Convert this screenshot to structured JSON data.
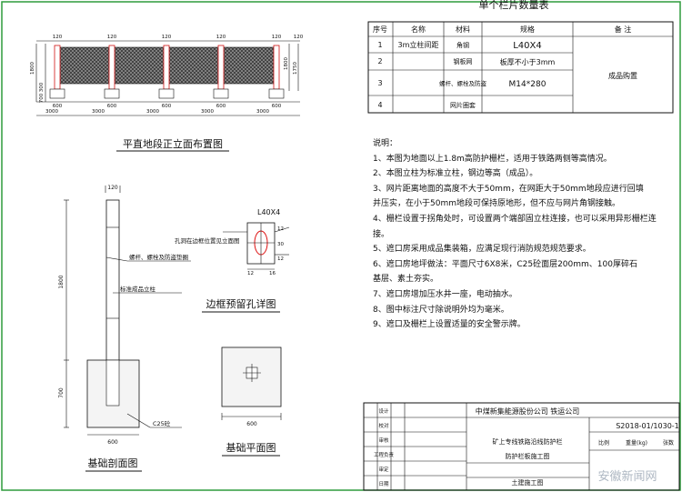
{
  "table": {
    "title": "单个栏片数量表",
    "headers": [
      "序号",
      "名称",
      "材料",
      "规格",
      "备 注"
    ],
    "rows": [
      {
        "no": "1",
        "name": "3m立柱间距",
        "material": "角钢",
        "spec": "L40X4"
      },
      {
        "no": "2",
        "name": "",
        "material": "钢板网",
        "spec": "板厚不小于3mm"
      },
      {
        "no": "3",
        "name": "",
        "material": "螺杆、螺栓及防盗",
        "spec": "M14*280"
      },
      {
        "no": "4",
        "name": "",
        "material": "网片圈套",
        "spec": ""
      }
    ],
    "remark": "成品购置"
  },
  "elevation": {
    "title": "平直地段正立面布置图",
    "top_dims": [
      "120",
      "120",
      "120",
      "120",
      "120",
      "120"
    ],
    "left_dims": [
      "1800",
      "300",
      "700"
    ],
    "right_dims": [
      "1800",
      "1750"
    ],
    "bottom_dims": [
      "600",
      "600",
      "600",
      "600",
      "600"
    ],
    "spans": [
      "3000",
      "3000",
      "3000",
      "3000",
      "3000"
    ]
  },
  "section": {
    "title": "基础剖面图",
    "top_dim": "120",
    "height_dims": [
      "1800",
      "700"
    ],
    "base_dim": "600",
    "label_bolt": "螺杆、螺栓及防盗垫圈",
    "label_post": "标准成品立柱",
    "label_concrete": "C25砼"
  },
  "detail": {
    "title": "边框预留孔详图",
    "angle": "L40X4",
    "note": "孔洞在边框位置见立面图",
    "dims": [
      "12",
      "30",
      "12",
      "12",
      "16"
    ]
  },
  "plan": {
    "title": "基础平面图",
    "dim": "600"
  },
  "notes": {
    "heading": "说明：",
    "items": [
      "1、本图为地面以上1.8m高防护栅栏，适用于铁路两侧等高情况。",
      "2、本图立柱为标准立柱，钢边等高（成品）。",
      "3、网片距离地面的高度不大于50mm，在网距大于50mm地段应进行回填",
      "并压实，在小于50mm地段可保持原地形，但不应与网片角钢接触。",
      "4、栅栏设置于拐角处时，可设置两个端部固立柱连接，也可以采用异形栅栏连",
      "接。",
      "5、遮口房采用成品集装箱，应满足现行消防规范规范要求。",
      "6、遮口房地坪做法：平面尺寸6X8米，C25砼面层200mm、100厚碎石",
      "基层、素土夯实。",
      "7、遮口房增加压水井一座，电动抽水。",
      "8、图中标注尺寸除说明外均为毫米。",
      "9、遮口及栅栏上设置适量的安全警示牌。"
    ]
  },
  "titleblock": {
    "company": "中煤新集能源股份公司 铁运公司",
    "project": "矿上专线铁路沿线防护栏",
    "drawing_name": "防护栏板施工图",
    "drawing_no": "S2018-01/1030-1",
    "scale_label": "比例",
    "weight_label": "重量(kg)",
    "sheet_label": "张数",
    "phase": "土建施工图",
    "watermark": "安徽新闻网",
    "side_labels": [
      "设计",
      "校对",
      "审核",
      "工程负责",
      "审定",
      "日期"
    ]
  },
  "colors": {
    "border": "#2e9b3c",
    "post": "#d11111"
  }
}
